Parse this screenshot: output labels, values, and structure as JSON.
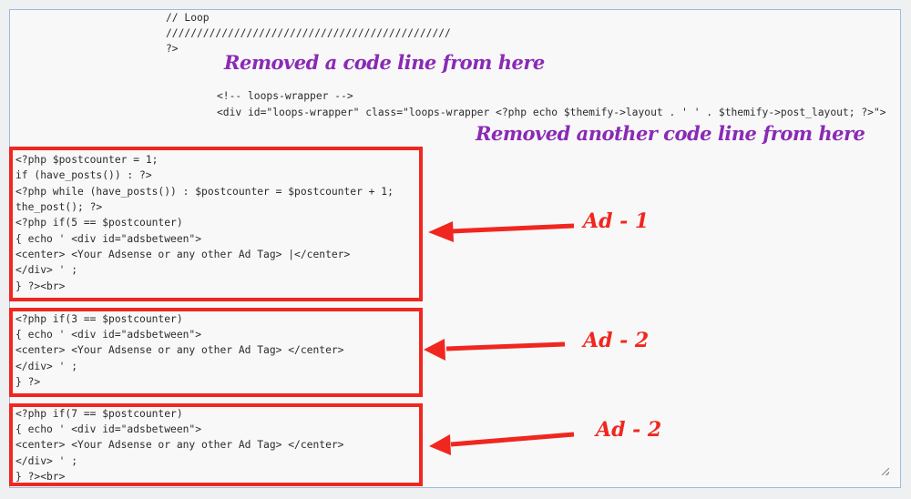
{
  "code_top": [
    "// Loop",
    "//////////////////////////////////////////////",
    "?>"
  ],
  "code_wrapper": [
    "<!-- loops-wrapper -->",
    "<div id=\"loops-wrapper\" class=\"loops-wrapper <?php echo $themify->layout . ' ' . $themify->post_layout; ?>\">"
  ],
  "annotations": {
    "removed_1": "Removed a code line from here",
    "removed_2": "Removed another code line from here"
  },
  "ad_blocks": [
    {
      "label": "Ad - 1",
      "lines": [
        "<?php $postcounter = 1;",
        "if (have_posts()) : ?>",
        "<?php while (have_posts()) : $postcounter = $postcounter + 1;",
        "the_post(); ?>",
        "<?php if(5 == $postcounter)",
        "{ echo ' <div id=\"adsbetween\">",
        "<center> <Your Adsense or any other Ad Tag> |</center>",
        "</div> ' ;",
        "} ?><br>"
      ]
    },
    {
      "label": "Ad - 2",
      "lines": [
        "<?php if(3 == $postcounter)",
        "{ echo ' <div id=\"adsbetween\">",
        "<center> <Your Adsense or any other Ad Tag> </center>",
        "</div> ' ;",
        "} ?>"
      ]
    },
    {
      "label": "Ad - 2",
      "lines": [
        "<?php if(7 == $postcounter)",
        "{ echo ' <div id=\"adsbetween\">",
        "<center> <Your Adsense or any other Ad Tag> </center>",
        "</div> ' ;",
        "} ?><br>"
      ]
    }
  ],
  "colors": {
    "annotation": "#8a2ab5",
    "highlight": "#f0271f",
    "border": "#9bbbe0"
  }
}
